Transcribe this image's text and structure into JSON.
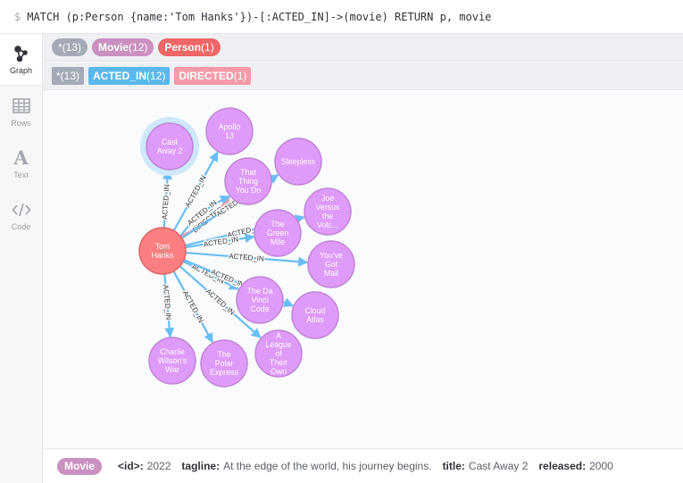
{
  "query": {
    "prompt": "$",
    "text": "MATCH (p:Person {name:'Tom Hanks'})-[:ACTED_IN]->(movie) RETURN p, movie"
  },
  "sidebar": {
    "items": [
      {
        "label": "Graph",
        "icon": "graph-icon"
      },
      {
        "label": "Rows",
        "icon": "table-icon"
      },
      {
        "label": "Text",
        "icon": "text-icon"
      },
      {
        "label": "Code",
        "icon": "code-icon"
      }
    ]
  },
  "node_labels": {
    "all": {
      "name": "*",
      "count": "(13)"
    },
    "movie": {
      "name": "Movie",
      "count": "(12)"
    },
    "person": {
      "name": "Person",
      "count": "(1)"
    }
  },
  "rel_types": {
    "all": {
      "name": "*",
      "count": "(13)"
    },
    "acted_in": {
      "name": "ACTED_IN",
      "count": "(12)"
    },
    "directed": {
      "name": "DIRECTED",
      "count": "(1)"
    }
  },
  "graph": {
    "center": {
      "id": "tom",
      "label": "Tom Hanks"
    },
    "movies": [
      {
        "id": "castaway",
        "label": "Cast Away 2",
        "selected": true
      },
      {
        "id": "apollo",
        "label": "Apollo 13"
      },
      {
        "id": "thatthing",
        "label": "That Thing You Do"
      },
      {
        "id": "sleepless",
        "label": "Sleepless"
      },
      {
        "id": "joe",
        "label": "Joe Versus the Volc..."
      },
      {
        "id": "greenmile",
        "label": "The Green Mile"
      },
      {
        "id": "ygm",
        "label": "You've Got Mail"
      },
      {
        "id": "davinci",
        "label": "The Da Vinci Code"
      },
      {
        "id": "cloud",
        "label": "Cloud Atlas"
      },
      {
        "id": "league",
        "label": "A League of Their Own"
      },
      {
        "id": "polar",
        "label": "The Polar Express"
      },
      {
        "id": "charlie",
        "label": "Charlie Wilson's War"
      }
    ],
    "relationships": [
      {
        "to": "castaway",
        "type": "ACTED_IN"
      },
      {
        "to": "apollo",
        "type": "ACTED_IN"
      },
      {
        "to": "thatthing",
        "type": "DIRECTED"
      },
      {
        "to": "thatthing",
        "type": "ACTED_IN"
      },
      {
        "to": "sleepless",
        "type": "ACTED_IN"
      },
      {
        "to": "joe",
        "type": "ACTED_IN"
      },
      {
        "to": "greenmile",
        "type": "ACTED_IN"
      },
      {
        "to": "ygm",
        "type": "ACTED_IN"
      },
      {
        "to": "davinci",
        "type": "ACTED_IN"
      },
      {
        "to": "cloud",
        "type": "ACTED_IN"
      },
      {
        "to": "league",
        "type": "ACTED_IN"
      },
      {
        "to": "polar",
        "type": "ACTED_IN"
      },
      {
        "to": "charlie",
        "type": "ACTED_IN"
      }
    ]
  },
  "footer": {
    "label": "Movie",
    "id_key": "<id>:",
    "id_value": "2022",
    "tagline_key": "tagline:",
    "tagline_value": "At the edge of the world, his journey begins.",
    "title_key": "title:",
    "title_value": "Cast Away 2",
    "released_key": "released:",
    "released_value": "2000"
  },
  "colors": {
    "movie_node": "#de9bf9",
    "movie_stroke": "#bf85d6",
    "person_node": "#fb7e81",
    "person_stroke": "#e06666",
    "acted_in": "#68bdf6",
    "directed": "#f79aa8",
    "selection_halo": "#cfe8fb"
  }
}
